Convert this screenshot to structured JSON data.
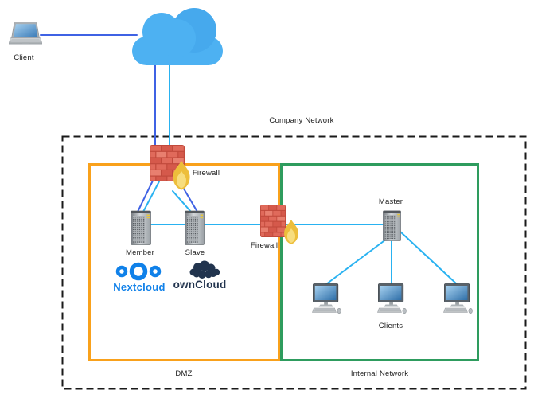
{
  "diagram": {
    "client": {
      "label": "Client"
    },
    "company_network": {
      "label": "Company Network",
      "firewalls": [
        {
          "label": "Firewall"
        },
        {
          "label": "Firewall"
        }
      ],
      "dmz": {
        "label": "DMZ",
        "servers": [
          {
            "label": "Member"
          },
          {
            "label": "Slave"
          }
        ],
        "logos": {
          "nextcloud": "Nextcloud",
          "owncloud": "ownCloud"
        }
      },
      "internal": {
        "label": "Internal Network",
        "master": {
          "label": "Master"
        },
        "clients": {
          "label": "Clients"
        }
      }
    },
    "colors": {
      "external_link": "#3F62E4",
      "internal_link": "#29B2F1",
      "cloud": "#4DB1F2",
      "dmz_border": "#F9A11B",
      "internal_border": "#2E9C5E",
      "company_border": "#1A1A1A",
      "firewall_brick": "#C14A3C",
      "flame": "#EDBE3B",
      "nextcloud_blue": "#1081E9",
      "owncloud_navy": "#22344E"
    }
  }
}
